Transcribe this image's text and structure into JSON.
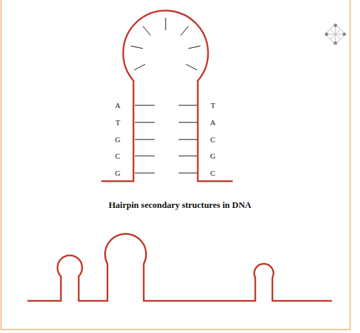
{
  "diagram": {
    "title": "Hairpin secondary structures in DNA",
    "labels": [
      "A",
      "T",
      "G",
      "C",
      "G",
      "T",
      "A",
      "C",
      "G",
      "C"
    ]
  }
}
